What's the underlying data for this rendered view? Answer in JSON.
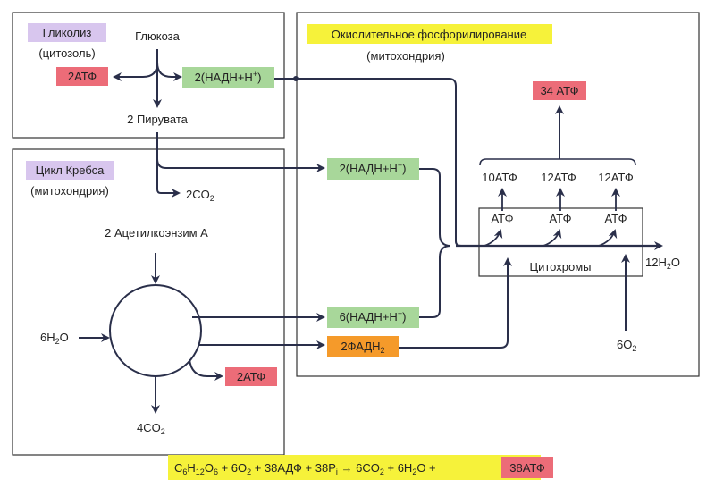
{
  "colors": {
    "line": "#2a2f4a",
    "box_border": "#333333",
    "violet": "#d8c6ee",
    "yellow": "#f6f23a",
    "green": "#a8d79a",
    "red": "#ec6c78",
    "orange": "#f59a2a"
  },
  "glycolysis": {
    "title": "Гликолиз",
    "location": "(цитозоль)",
    "glucose": "Глюкоза",
    "atp": "2АТФ",
    "nadh": {
      "main": "2(НАДН",
      "plus": "+Н",
      "sup": "+",
      "close": ")"
    },
    "pyruvate": "2 Пирувата"
  },
  "krebs": {
    "title": "Цикл Кребса",
    "location": "(митохондрия)",
    "co2_top": {
      "main": "2CO",
      "sub": "2"
    },
    "acetyl": "2 Ацетилкоэнзим А",
    "water": {
      "lead": "6H",
      "sub": "2",
      "tail": "O"
    },
    "atp": "2АТФ",
    "co2_bottom": {
      "main": "4CO",
      "sub": "2"
    }
  },
  "oxidative": {
    "title": "Окислительное фосфорилирование",
    "location": "(митохондрия)",
    "total_atp": "34 АТФ",
    "nadh_pyruvate": {
      "main": "2(НАДН",
      "plus": "+Н",
      "sup": "+",
      "close": ")"
    },
    "nadh_krebs": {
      "main": "6(НАДН",
      "plus": "+Н",
      "sup": "+",
      "close": ")"
    },
    "fadh": {
      "main": "2ФАДН",
      "sub": "2"
    },
    "atp_groups": [
      "10АТФ",
      "12АТФ",
      "12АТФ"
    ],
    "atp_cells": [
      "АТФ",
      "АТФ",
      "АТФ"
    ],
    "cytochromes": "Цитохромы",
    "water_out": {
      "lead": "12H",
      "sub": "2",
      "tail": "O"
    },
    "oxygen_in": {
      "main": "6O",
      "sub": "2"
    }
  },
  "equation": {
    "glucose": {
      "c": "C",
      "c_sub": "6",
      "h": "H",
      "h_sub": "12",
      "o": "O",
      "o_sub": "6"
    },
    "plus_o2": {
      "text": " + 6O",
      "sub": "2"
    },
    "rest_left": " + 38АДФ + 38P",
    "pi_sub": "i",
    "arrow": "→",
    "products": {
      "a": "6CO",
      "a_sub": "2",
      "b": " + 6H",
      "b_sub": "2",
      "c": "O +"
    },
    "atp": "38АТФ"
  }
}
